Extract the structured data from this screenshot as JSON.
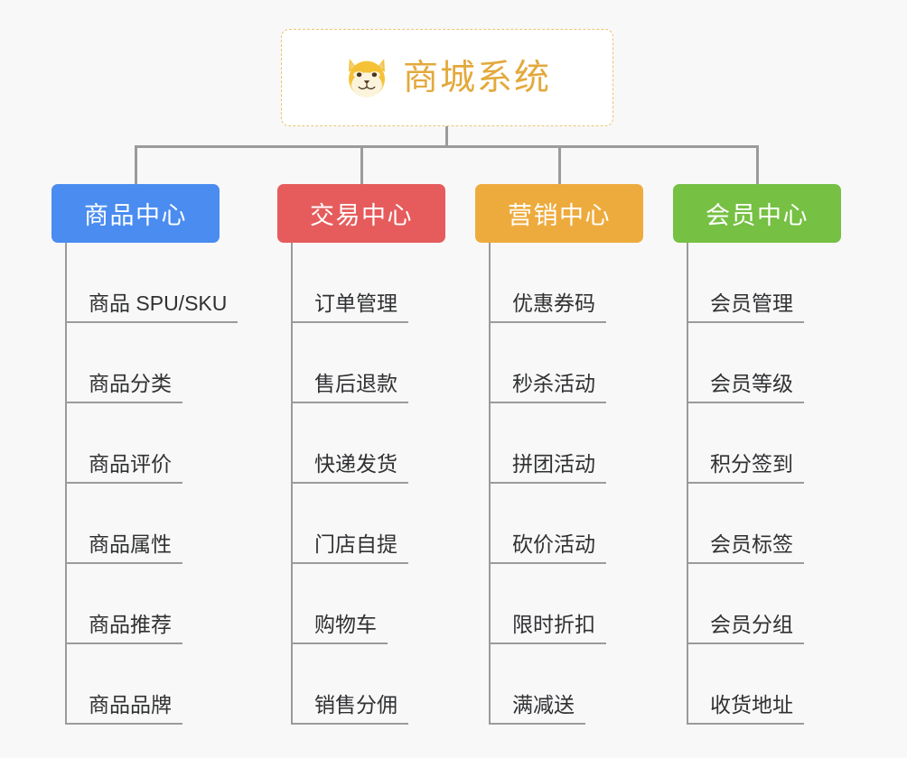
{
  "canvas": {
    "background": "#f8f8f8",
    "connector_color": "#9b9b9b"
  },
  "root": {
    "title": "商城系统",
    "icon": "shiba-dog-face-icon",
    "title_color": "#e3a93c",
    "border_color": "#edc277",
    "background": "#ffffff"
  },
  "columns": [
    {
      "id": "product-center",
      "label": "商品中心",
      "color": "#4a8cf0",
      "items": [
        {
          "label": "商品 SPU/SKU"
        },
        {
          "label": "商品分类"
        },
        {
          "label": "商品评价"
        },
        {
          "label": "商品属性"
        },
        {
          "label": "商品推荐"
        },
        {
          "label": "商品品牌"
        }
      ]
    },
    {
      "id": "trade-center",
      "label": "交易中心",
      "color": "#e65c5c",
      "items": [
        {
          "label": "订单管理"
        },
        {
          "label": "售后退款"
        },
        {
          "label": "快递发货"
        },
        {
          "label": "门店自提"
        },
        {
          "label": "购物车"
        },
        {
          "label": "销售分佣"
        }
      ]
    },
    {
      "id": "marketing-center",
      "label": "营销中心",
      "color": "#eeab3d",
      "items": [
        {
          "label": "优惠券码"
        },
        {
          "label": "秒杀活动"
        },
        {
          "label": "拼团活动"
        },
        {
          "label": "砍价活动"
        },
        {
          "label": "限时折扣"
        },
        {
          "label": "满减送"
        }
      ]
    },
    {
      "id": "member-center",
      "label": "会员中心",
      "color": "#76c043",
      "items": [
        {
          "label": "会员管理"
        },
        {
          "label": "会员等级"
        },
        {
          "label": "积分签到"
        },
        {
          "label": "会员标签"
        },
        {
          "label": "会员分组"
        },
        {
          "label": "收货地址"
        }
      ]
    }
  ]
}
